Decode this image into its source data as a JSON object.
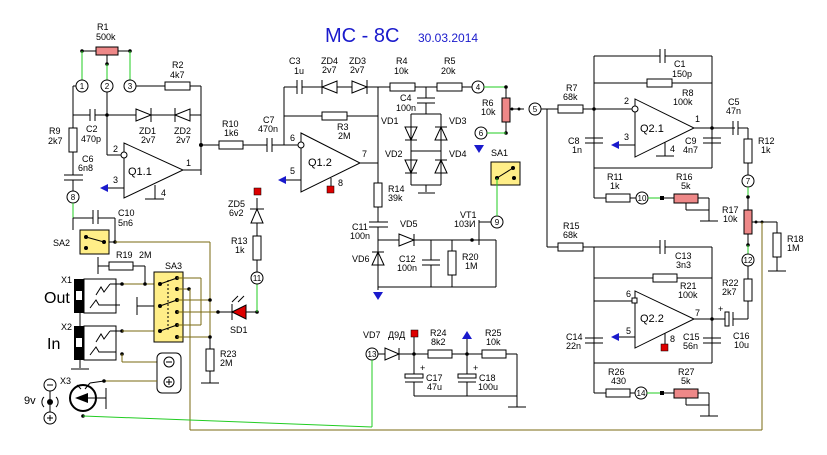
{
  "title": {
    "name": "MC - 8C",
    "date": "30.03.2014"
  },
  "colors": {
    "title": "#1a1acc",
    "wire": "#000000",
    "green_wire": "#22cc22",
    "olive_wire": "#7a6a10",
    "pot": "#ee8888",
    "switch": "#ffee88",
    "pin_red": "#dd0000",
    "ground_blue": "#1a1acc"
  },
  "components": {
    "R1": {
      "ref": "R1",
      "value": "500k"
    },
    "R2": {
      "ref": "R2",
      "value": "4k7"
    },
    "R3": {
      "ref": "R3",
      "value": "2M"
    },
    "R4": {
      "ref": "R4",
      "value": "10k"
    },
    "R5": {
      "ref": "R5",
      "value": "20k"
    },
    "R6": {
      "ref": "R6",
      "value": "10k"
    },
    "R7": {
      "ref": "R7",
      "value": "68k"
    },
    "R8": {
      "ref": "R8",
      "value": "100k"
    },
    "R9": {
      "ref": "R9",
      "value": "2k7"
    },
    "R10": {
      "ref": "R10",
      "value": "1k6"
    },
    "R11": {
      "ref": "R11",
      "value": "1k"
    },
    "R12": {
      "ref": "R12",
      "value": "1k"
    },
    "R13": {
      "ref": "R13",
      "value": "1k"
    },
    "R14": {
      "ref": "R14",
      "value": "39k"
    },
    "R15": {
      "ref": "R15",
      "value": "68k"
    },
    "R16": {
      "ref": "R16",
      "value": "5k"
    },
    "R17": {
      "ref": "R17",
      "value": "10k"
    },
    "R18": {
      "ref": "R18",
      "value": "1M"
    },
    "R19": {
      "ref": "R19",
      "value": "2M"
    },
    "R20": {
      "ref": "R20",
      "value": "1M"
    },
    "R21": {
      "ref": "R21",
      "value": "100k"
    },
    "R22": {
      "ref": "R22",
      "value": "2k7"
    },
    "R23": {
      "ref": "R23",
      "value": "2M"
    },
    "R24": {
      "ref": "R24",
      "value": "8k2"
    },
    "R25": {
      "ref": "R25",
      "value": "10k"
    },
    "R26": {
      "ref": "R26",
      "value": "430"
    },
    "R27": {
      "ref": "R27",
      "value": "5k"
    },
    "C1": {
      "ref": "C1",
      "value": "150p"
    },
    "C2": {
      "ref": "C2",
      "value": "470p"
    },
    "C3": {
      "ref": "C3",
      "value": "1u"
    },
    "C4": {
      "ref": "C4",
      "value": "100n"
    },
    "C5": {
      "ref": "C5",
      "value": "47n"
    },
    "C6": {
      "ref": "C6",
      "value": "6n8"
    },
    "C7": {
      "ref": "C7",
      "value": "470n"
    },
    "C8": {
      "ref": "C8",
      "value": "1n"
    },
    "C9": {
      "ref": "C9",
      "value": "4n7"
    },
    "C10": {
      "ref": "C10",
      "value": "5n6"
    },
    "C11": {
      "ref": "C11",
      "value": "100n"
    },
    "C12": {
      "ref": "C12",
      "value": "100n"
    },
    "C13": {
      "ref": "C13",
      "value": "3n3"
    },
    "C14": {
      "ref": "C14",
      "value": "22n"
    },
    "C15": {
      "ref": "C15",
      "value": "56n"
    },
    "C16": {
      "ref": "C16",
      "value": "10u"
    },
    "C17": {
      "ref": "C17",
      "value": "47u"
    },
    "C18": {
      "ref": "C18",
      "value": "100u"
    },
    "ZD1": {
      "ref": "ZD1",
      "value": "2v7"
    },
    "ZD2": {
      "ref": "ZD2",
      "value": "2v7"
    },
    "ZD3": {
      "ref": "ZD3",
      "value": "2v7"
    },
    "ZD4": {
      "ref": "ZD4",
      "value": "2v7"
    },
    "ZD5": {
      "ref": "ZD5",
      "value": "6v2"
    },
    "VD1": {
      "ref": "VD1"
    },
    "VD2": {
      "ref": "VD2"
    },
    "VD3": {
      "ref": "VD3"
    },
    "VD4": {
      "ref": "VD4"
    },
    "VD5": {
      "ref": "VD5"
    },
    "VD6": {
      "ref": "VD6"
    },
    "VD7": {
      "ref": "VD7",
      "value": "Д9Д"
    },
    "VT1": {
      "ref": "VT1",
      "value": "103И"
    },
    "Q11": {
      "ref": "Q1.1",
      "pins": [
        "2",
        "3",
        "1",
        "4"
      ]
    },
    "Q12": {
      "ref": "Q1.2",
      "pins": [
        "6",
        "5",
        "7",
        "8"
      ]
    },
    "Q21": {
      "ref": "Q2.1",
      "pins": [
        "2",
        "3",
        "1",
        "4"
      ]
    },
    "Q22": {
      "ref": "Q2.2",
      "pins": [
        "6",
        "5",
        "7",
        "8"
      ]
    },
    "SA1": {
      "ref": "SA1"
    },
    "SA2": {
      "ref": "SA2"
    },
    "SA3": {
      "ref": "SA3"
    },
    "SD1": {
      "ref": "SD1"
    },
    "X1": {
      "ref": "X1",
      "label": "Out"
    },
    "X2": {
      "ref": "X2",
      "label": "In"
    },
    "X3": {
      "ref": "X3",
      "label": "9v"
    }
  },
  "nodes": [
    "1",
    "2",
    "3",
    "4",
    "5",
    "6",
    "7",
    "8",
    "9",
    "10",
    "11",
    "12",
    "13",
    "14"
  ]
}
